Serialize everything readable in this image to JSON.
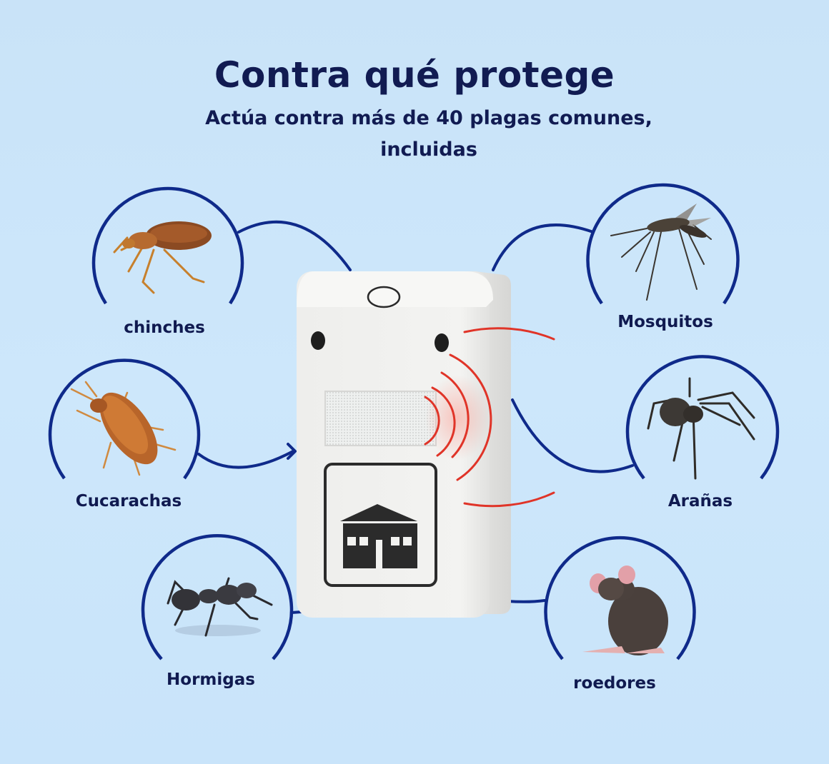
{
  "header": {
    "title": "Contra qué protege",
    "subtitle_line1": "Actúa contra más de 40 plagas comunes,",
    "subtitle_line2": "incluidas"
  },
  "pests": [
    {
      "id": "chinches",
      "label": "chinches",
      "icon": "bedbug-icon"
    },
    {
      "id": "cucarachas",
      "label": "Cucarachas",
      "icon": "cockroach-icon"
    },
    {
      "id": "hormigas",
      "label": "Hormigas",
      "icon": "ant-icon"
    },
    {
      "id": "mosquitos",
      "label": "Mosquitos",
      "icon": "mosquito-icon"
    },
    {
      "id": "aranas",
      "label": "Arañas",
      "icon": "spider-icon"
    },
    {
      "id": "roedores",
      "label": "roedores",
      "icon": "rodent-icon"
    }
  ],
  "device": {
    "name": "ultrasonic-repeller",
    "icon": "house-icon"
  },
  "colors": {
    "background": "#cbe5fa",
    "navy": "#0f2a8a",
    "text": "#111b52",
    "waves": "#e8322a",
    "device": "#f2f2f0"
  }
}
